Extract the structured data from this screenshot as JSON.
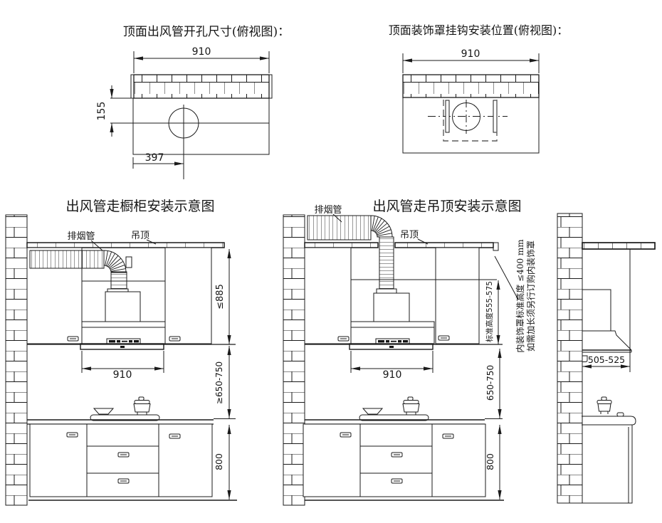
{
  "top_left_view": {
    "title": "顶面出风管开孔尺寸(俯视图)：",
    "dim_width": "910",
    "dim_height": "155",
    "dim_offset": "397"
  },
  "top_right_view": {
    "title": "顶面装饰罩挂钩安装位置(俯视图)：",
    "dim_width": "910"
  },
  "cabinet_route_view": {
    "title": "出风管走橱柜安装示意图",
    "label_duct": "排烟管",
    "label_ceiling": "吊顶",
    "dim_max_height": "≤885",
    "dim_hood_width": "910",
    "dim_hood_clearance": "≥650-750",
    "dim_base_height": "800"
  },
  "ceiling_route_view": {
    "title": "出风管走吊顶安装示意图",
    "label_duct": "排烟管",
    "label_ceiling": "吊顶",
    "dim_cover_height": "标准高度555-575",
    "dim_hood_width": "910",
    "dim_hood_clearance": "650-750",
    "dim_base_height": "800",
    "note_line1": "内装饰罩标准高度 ≤400 mm",
    "note_line2": "如需加长须另行订购内装饰罩"
  },
  "side_view": {
    "dim_depth": "505-525"
  },
  "colors": {
    "line": "#1b1b1b",
    "paper": "#ffffff",
    "dashed": "#5f5f5f"
  }
}
